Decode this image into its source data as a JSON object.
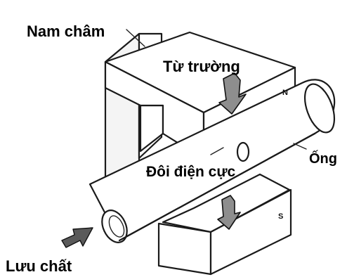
{
  "labels": {
    "magnet": "Nam châm",
    "field": "Từ trường",
    "pipe": "Ống",
    "electrodes": "Đôi điện cực",
    "fluid": "Lưu chất"
  },
  "poles": {
    "north": "N",
    "south": "S"
  }
}
